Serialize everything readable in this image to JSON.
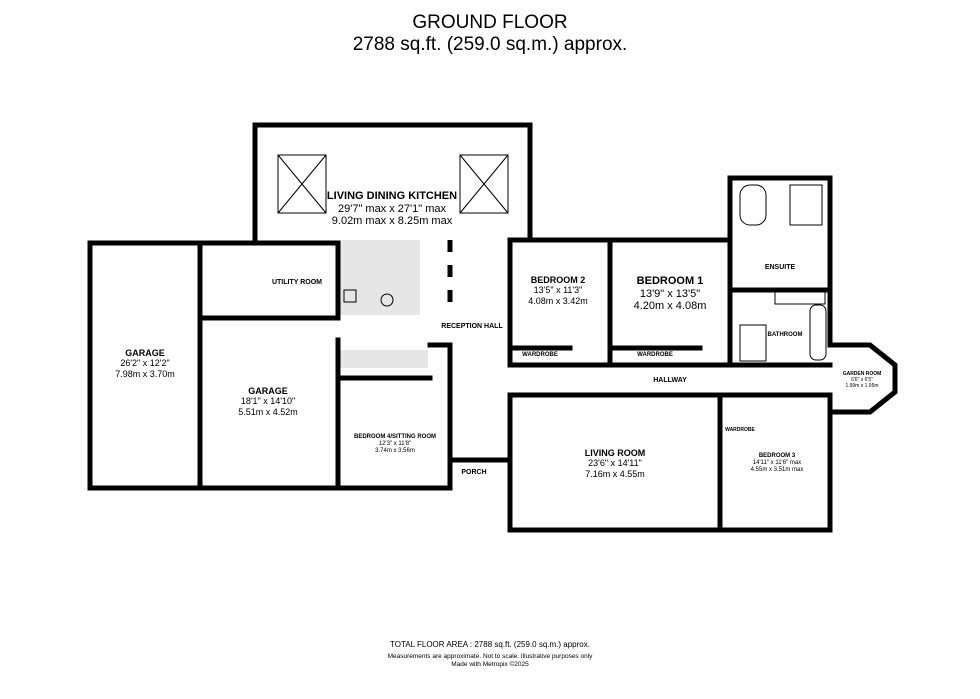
{
  "header": {
    "title": "GROUND FLOOR",
    "area": "2788 sq.ft. (259.0 sq.m.) approx."
  },
  "rooms": {
    "ldk": {
      "name": "LIVING DINING KITCHEN",
      "imperial": "29'7\" max x 27'1\" max",
      "metric": "9.02m max x 8.25m max"
    },
    "garage1": {
      "name": "GARAGE",
      "imperial": "26'2\" x 12'2\"",
      "metric": "7.98m x 3.70m"
    },
    "garage2": {
      "name": "GARAGE",
      "imperial": "18'1\" x 14'10\"",
      "metric": "5.51m x 4.52m"
    },
    "utility": {
      "name": "UTILITY ROOM"
    },
    "reception": {
      "name": "RECEPTION HALL"
    },
    "bedroom4": {
      "name": "BEDROOM 4/SITTING ROOM",
      "imperial": "12'3\" x 11'8\"",
      "metric": "3.74m x 3.56m"
    },
    "porch": {
      "name": "PORCH"
    },
    "bedroom2": {
      "name": "BEDROOM 2",
      "imperial": "13'5\" x 11'3\"",
      "metric": "4.08m x 3.42m"
    },
    "wardrobe2": {
      "name": "WARDROBE"
    },
    "bedroom1": {
      "name": "BEDROOM 1",
      "imperial": "13'9\" x 13'5\"",
      "metric": "4.20m x 4.08m"
    },
    "wardrobe1": {
      "name": "WARDROBE"
    },
    "ensuite": {
      "name": "ENSUITE"
    },
    "bathroom": {
      "name": "BATHROOM"
    },
    "hallway": {
      "name": "HALLWAY"
    },
    "garden": {
      "name": "GARDEN ROOM",
      "imperial": "6'6\" x 6'5\"",
      "metric": "1.99m x 1.95m"
    },
    "living": {
      "name": "LIVING ROOM",
      "imperial": "23'6\" x 14'11\"",
      "metric": "7.16m x 4.55m"
    },
    "wardrobe3": {
      "name": "WARDROBE"
    },
    "bedroom3": {
      "name": "BEDROOM 3",
      "imperial": "14'11\" x 11'6\" max",
      "metric": "4.55m x 3.51m max"
    }
  },
  "footer": {
    "total": "TOTAL FLOOR AREA : 2788 sq.ft. (259.0 sq.m.) approx.",
    "disclaimer": "Measurements are approximate.  Not to scale.  Illustrative purposes only",
    "credit": "Made with Metropix ©2025"
  }
}
